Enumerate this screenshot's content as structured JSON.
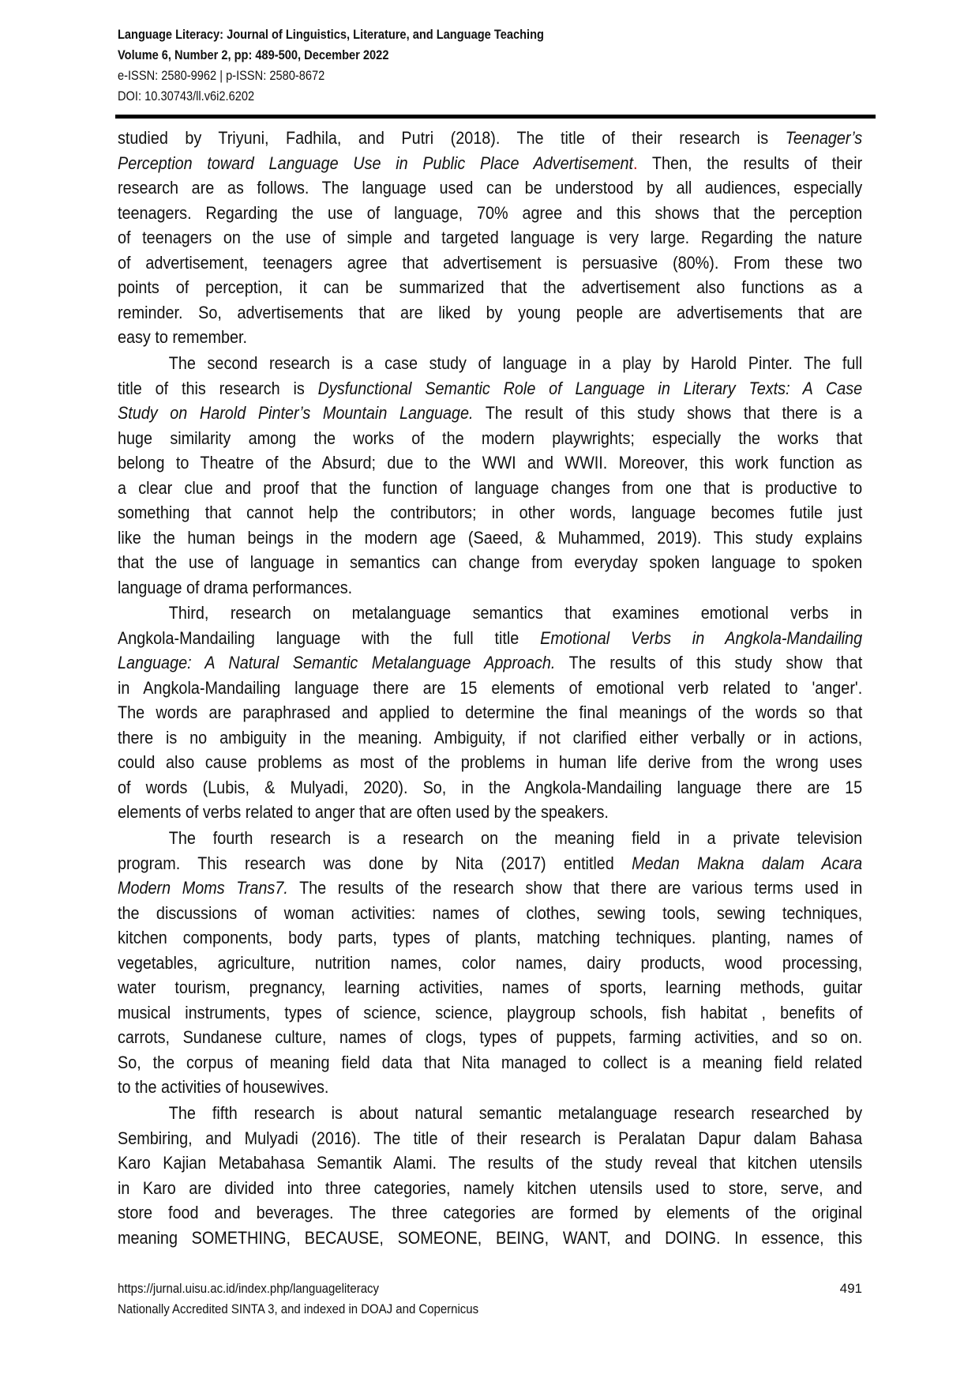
{
  "header": {
    "journal": "Language Literacy: Journal of Linguistics, Literature, and Language Teaching",
    "volume": "Volume 6, Number 2, pp: 489-500, December 2022",
    "issn": "e-ISSN: 2580-9962 | p-ISSN: 2580-8672",
    "doi": "DOI: 10.30743/ll.v6i2.6202"
  },
  "body": {
    "paragraphs": [
      {
        "indent": false,
        "lines": [
          [
            [
              "studied by Triyuni, Fadhila, and Putri (2018).  The title of their research is ",
              ""
            ],
            [
              "Teenager’s",
              "it"
            ]
          ],
          [
            [
              "Perception toward Language Use in Public Place Advertisement",
              "it"
            ],
            [
              ".",
              "red"
            ],
            [
              " Then, the results of their",
              ""
            ]
          ],
          [
            [
              "research are as follows. The language used can be understood by all audiences, especially",
              ""
            ]
          ],
          [
            [
              "teenagers. Regarding the use of language, 70% agree and this shows that the perception",
              ""
            ]
          ],
          [
            [
              "of teenagers  on the use of simple and targeted language is very large. Regarding the nature",
              ""
            ]
          ],
          [
            [
              "of advertisement, teenagers agree that advertisement is persuasive (80%). From these two",
              ""
            ]
          ],
          [
            [
              "points of perception, it can be summarized that the advertisement also functions as a",
              ""
            ]
          ],
          [
            [
              "reminder. So, advertisements that are liked by young people are advertisements that are",
              ""
            ]
          ],
          [
            [
              "easy to remember.",
              ""
            ]
          ]
        ]
      },
      {
        "indent": true,
        "lines": [
          [
            [
              "The second research is a case study of language in a play by Harold Pinter. The full",
              ""
            ]
          ],
          [
            [
              "title of this research is ",
              ""
            ],
            [
              "Dysfunctional Semantic Role of Language in Literary Texts: A Case",
              "it"
            ]
          ],
          [
            [
              "Study on Harold Pinter’s Mountain Language.",
              "it"
            ],
            [
              " The result of this study shows that  there is a",
              ""
            ]
          ],
          [
            [
              "huge   similarity among the works of the modern playwrights; especially the works that",
              ""
            ]
          ],
          [
            [
              "belong to Theatre of the Absurd; due to the WWI and WWII. Moreover, this work function as",
              ""
            ]
          ],
          [
            [
              "a clear clue and proof that the function of language changes from one that is productive to",
              ""
            ]
          ],
          [
            [
              "something that cannot help the contributors; in other words, language becomes futile just",
              ""
            ]
          ],
          [
            [
              "like the human beings in the modern age (Saeed, & Muhammed, 2019). This study explains",
              ""
            ]
          ],
          [
            [
              "that the use of language in semantics can change from everyday spoken language to spoken",
              ""
            ]
          ],
          [
            [
              "language of drama performances.",
              ""
            ]
          ]
        ]
      },
      {
        "indent": true,
        "lines": [
          [
            [
              "Third, research on metalanguage semantics that examines emotional verbs in",
              ""
            ]
          ],
          [
            [
              "Angkola-Mandailing language with the full title ",
              ""
            ],
            [
              "Emotional Verbs in Angkola-Mandailing",
              "it"
            ]
          ],
          [
            [
              "Language: A Natural Semantic Metalanguage Approach.",
              "it"
            ],
            [
              " The results of this study show that",
              ""
            ]
          ],
          [
            [
              "in Angkola-Mandailing language there are 15 elements of emotional verb related to 'anger'.",
              ""
            ]
          ],
          [
            [
              "The words are paraphrased and applied to determine the final meanings of the words so that",
              ""
            ]
          ],
          [
            [
              "there is no ambiguity in the meaning. Ambiguity, if not clarified either verbally or in actions,",
              ""
            ]
          ],
          [
            [
              "could also cause problems as most of the problems in human life derive from the wrong uses",
              ""
            ]
          ],
          [
            [
              "of words (Lubis, & Mulyadi, 2020). So, in the Angkola-Mandailing language there are 15",
              ""
            ]
          ],
          [
            [
              "elements of verbs related to anger that are often used by the speakers.",
              ""
            ]
          ]
        ]
      },
      {
        "indent": true,
        "lines": [
          [
            [
              "The fourth research is a research on the meaning field in a private television",
              ""
            ]
          ],
          [
            [
              "program. This research was done by Nita (2017) entitled ",
              ""
            ],
            [
              "Medan Makna dalam Acara",
              "it"
            ]
          ],
          [
            [
              "Modern Moms Trans7.",
              "it"
            ],
            [
              " The results of the research show  that there are various terms used in",
              ""
            ]
          ],
          [
            [
              "the discussions of woman activities: names of clothes, sewing tools, sewing techniques,",
              ""
            ]
          ],
          [
            [
              "kitchen components, body parts, types of plants, matching techniques. planting, names of",
              ""
            ]
          ],
          [
            [
              "vegetables, agriculture, nutrition names, color names, dairy products, wood processing,",
              ""
            ]
          ],
          [
            [
              "water tourism, pregnancy, learning activities, names of sports, learning methods, guitar",
              ""
            ]
          ],
          [
            [
              "musical instruments, types of science, science, playgroup schools, fish habitat , benefits of",
              ""
            ]
          ],
          [
            [
              "carrots, Sundanese culture, names of clogs, types of puppets, farming activities, and so on.",
              ""
            ]
          ],
          [
            [
              "So, the corpus of meaning field data that Nita managed to collect is a meaning field related",
              ""
            ]
          ],
          [
            [
              "to the activities of housewives.",
              ""
            ]
          ]
        ]
      },
      {
        "indent": true,
        "cont": true,
        "lines": [
          [
            [
              "The fifth research is about natural semantic metalanguage research researched by",
              ""
            ]
          ],
          [
            [
              "Sembiring, and Mulyadi (2016). The title of their research is Peralatan Dapur dalam Bahasa",
              ""
            ]
          ],
          [
            [
              "Karo Kajian Metabahasa Semantik Alami. The results of the study reveal that kitchen utensils",
              ""
            ]
          ],
          [
            [
              "in Karo are divided into three categories, namely kitchen utensils used to store, serve, and",
              ""
            ]
          ],
          [
            [
              "store food and beverages. The three categories are formed by elements of the original",
              ""
            ]
          ],
          [
            [
              "meaning SOMETHING, BECAUSE, SOMEONE, BEING, WANT, and DOING. In essence, this",
              ""
            ]
          ]
        ]
      }
    ]
  },
  "footer": {
    "url": "https://jurnal.uisu.ac.id/index.php/languageliteracy",
    "accreditation": "Nationally Accredited SINTA 3, and indexed in DOAJ and Copernicus",
    "page_number": "491"
  }
}
